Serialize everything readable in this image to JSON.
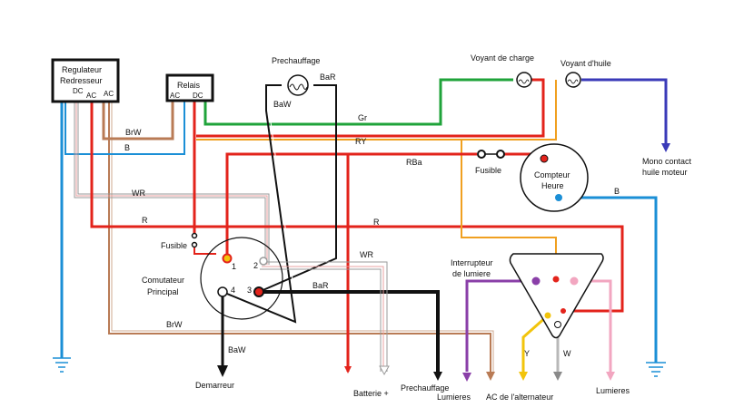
{
  "components": {
    "regulator_line1": "Regulateur",
    "regulator_line2": "Redresseur",
    "regulator_dc": "DC",
    "regulator_ac1": "AC",
    "regulator_ac2": "AC",
    "relay": "Relais",
    "relay_ac": "AC",
    "relay_dc": "DC",
    "preheat": "Prechauffage",
    "charge_light": "Voyant de charge",
    "oil_light": "Voyant d'huile",
    "oil_contact_line1": "Mono contact",
    "oil_contact_line2": "huile moteur",
    "hour_meter_line1": "Compteur",
    "hour_meter_line2": "Heure",
    "fuse_top": "Fusible",
    "fuse_left": "Fusible",
    "main_switch_line1": "Comutateur",
    "main_switch_line2": "Principal",
    "switch_t1": "1",
    "switch_t2": "2",
    "switch_t3": "3",
    "switch_t4": "4",
    "light_switch_line1": "Interrupteur",
    "light_switch_line2": "de lumiere",
    "starter": "Demarreur",
    "battery": "Batterie +",
    "preheat_bottom": "Prechauffage",
    "lights_left": "Lumieres",
    "alternator_ac": "AC de l'alternateur",
    "lights_right": "Lumieres"
  },
  "wire_labels": {
    "bar_top": "BaR",
    "baw_top": "BaW",
    "gr": "Gr",
    "ry": "RY",
    "rba": "RBa",
    "brw_top": "BrW",
    "b_top": "B",
    "wr_top": "WR",
    "r_left": "R",
    "r_right": "R",
    "b_right": "B",
    "wr_mid": "WR",
    "bar_mid": "BaR",
    "brw_bottom": "BrW",
    "baw_bottom": "BaW",
    "y": "Y",
    "w": "W"
  },
  "colors": {
    "red": "#e3231b",
    "green": "#1fa33a",
    "blue": "#1b8fd6",
    "brown": "#b97b55",
    "black": "#111111",
    "orange": "#f0a020",
    "gray": "#9a9a9a",
    "purple": "#8a3fa8",
    "pink": "#f2a6c0",
    "yellow": "#f2c40b",
    "navy": "#3a3ab8",
    "tan": "#b08a6a"
  }
}
